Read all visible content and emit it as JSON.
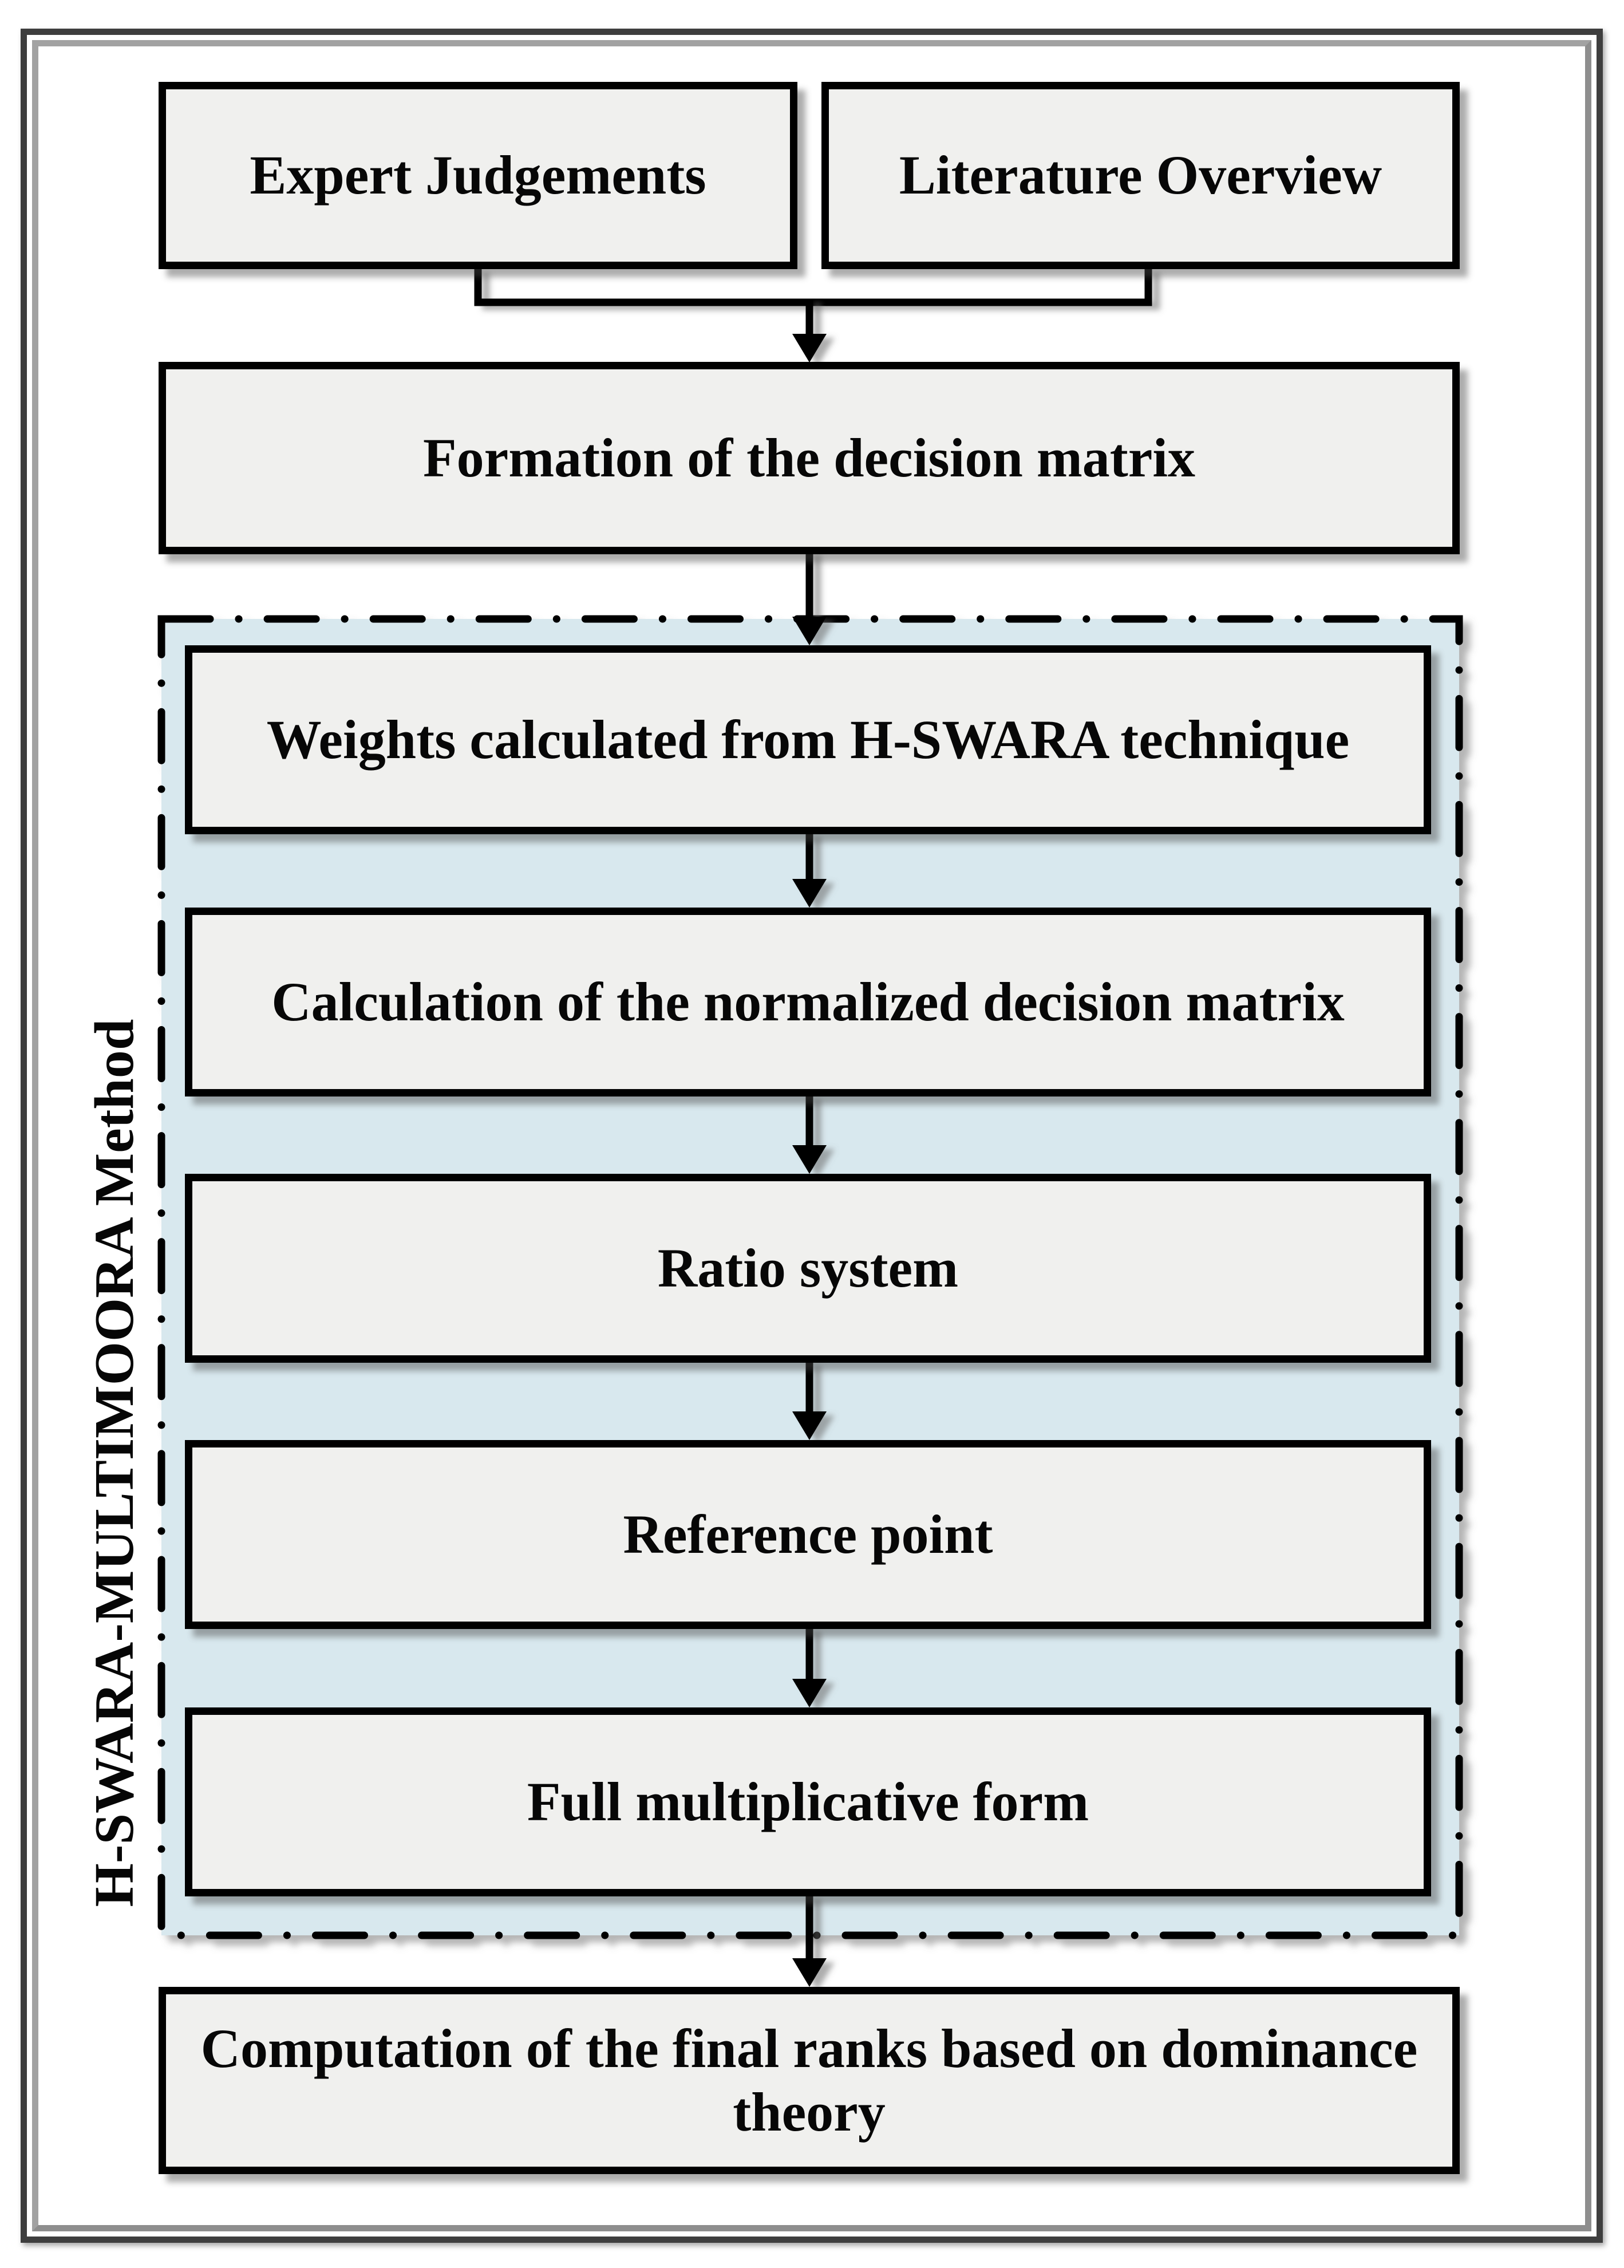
{
  "diagram": {
    "type": "flowchart",
    "side_label": "H-SWARA-MULTIMOORA Method",
    "colors": {
      "box_fill": "#f0f0ee",
      "group_fill": "#d8e8ee",
      "line": "#000000",
      "frame_dark": "#3e3e3e",
      "frame_gray": "#a2a2a2"
    },
    "nodes": {
      "expert": {
        "label": "Expert Judgements"
      },
      "literature": {
        "label": "Literature Overview"
      },
      "formation": {
        "label": "Formation of the decision matrix"
      },
      "weights": {
        "label": "Weights calculated from H-SWARA technique"
      },
      "normalized": {
        "label": "Calculation of the normalized decision matrix"
      },
      "ratio": {
        "label": "Ratio system"
      },
      "reference": {
        "label": "Reference point"
      },
      "multiplicative": {
        "label": "Full multiplicative form"
      },
      "final": {
        "lines": [
          "Computation of the final ranks based on dominance",
          "theory"
        ]
      }
    }
  }
}
